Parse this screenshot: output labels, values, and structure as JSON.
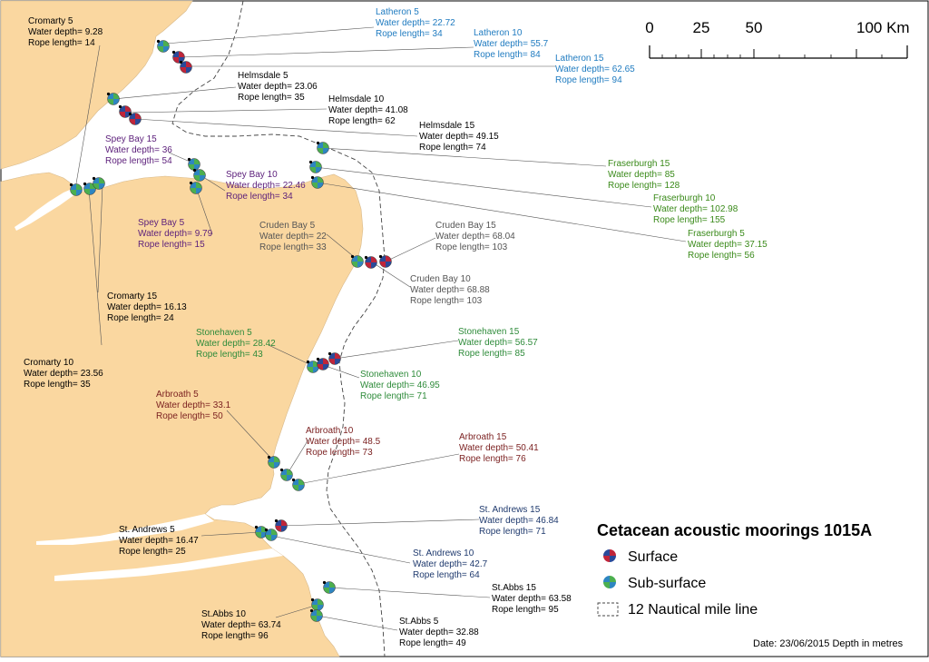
{
  "title": "Cetacean acoustic moorings 1015A",
  "footer": "Date: 23/06/2015 Depth in metres",
  "scale_bar": {
    "ticks": [
      "0",
      "25",
      "50",
      "100 Km"
    ]
  },
  "legend": {
    "surface": "Surface",
    "subsurface": "Sub-surface",
    "boundary": "12 Nautical mile line"
  },
  "colors": {
    "land": "#FAD7A0",
    "surface_a": "#C0253A",
    "surface_b": "#2A4A9A",
    "subsurface_a": "#4CAF50",
    "subsurface_b": "#2E86C1",
    "latheron": "#1F7BC0",
    "helmsdale": "#000000",
    "spey": "#5B1E7A",
    "fraserburgh": "#3A8A1A",
    "cruden": "#555555",
    "stonehaven": "#2E8B3A",
    "arbroath": "#7A1F1F",
    "standrews": "#1F3A6E",
    "stabbs": "#000000"
  },
  "labels": [
    {
      "id": "cromarty-5",
      "name": "Cromarty 5",
      "depth": "Water depth= 9.28",
      "rope": "Rope length= 14",
      "color": "#000000"
    },
    {
      "id": "latheron-5",
      "name": "Latheron 5",
      "depth": "Water depth= 22.72",
      "rope": "Rope length= 34",
      "color": "#1F7BC0"
    },
    {
      "id": "latheron-10",
      "name": "Latheron 10",
      "depth": "Water depth= 55.7",
      "rope": "Rope length= 84",
      "color": "#1F7BC0"
    },
    {
      "id": "latheron-15",
      "name": "Latheron 15",
      "depth": "Water depth= 62.65",
      "rope": "Rope length= 94",
      "color": "#1F7BC0"
    },
    {
      "id": "helmsdale-5",
      "name": "Helmsdale 5",
      "depth": "Water depth= 23.06",
      "rope": "Rope length= 35",
      "color": "#000000"
    },
    {
      "id": "helmsdale-10",
      "name": "Helmsdale 10",
      "depth": "Water depth= 41.08",
      "rope": "Rope length= 62",
      "color": "#000000"
    },
    {
      "id": "helmsdale-15",
      "name": "Helmsdale 15",
      "depth": "Water depth= 49.15",
      "rope": "Rope length= 74",
      "color": "#000000"
    },
    {
      "id": "spey-bay-15",
      "name": "Spey Bay 15",
      "depth": "Water depth= 36",
      "rope": "Rope length= 54",
      "color": "#5B1E7A"
    },
    {
      "id": "spey-bay-10",
      "name": "Spey Bay 10",
      "depth": "Water depth= 22.46",
      "rope": "Rope length= 34",
      "color": "#5B1E7A"
    },
    {
      "id": "spey-bay-5",
      "name": "Spey Bay 5",
      "depth": "Water depth= 9.79",
      "rope": "Rope length= 15",
      "color": "#5B1E7A"
    },
    {
      "id": "fraserburgh-15",
      "name": "Fraserburgh 15",
      "depth": "Water depth= 85",
      "rope": "Rope length= 128",
      "color": "#3A8A1A"
    },
    {
      "id": "fraserburgh-10",
      "name": "Fraserburgh 10",
      "depth": "Water depth= 102.98",
      "rope": "Rope length= 155",
      "color": "#3A8A1A"
    },
    {
      "id": "fraserburgh-5",
      "name": "Fraserburgh 5",
      "depth": "Water depth= 37.15",
      "rope": "Rope length= 56",
      "color": "#3A8A1A"
    },
    {
      "id": "cruden-bay-5",
      "name": "Cruden Bay 5",
      "depth": "Water depth= 22",
      "rope": "Rope length= 33",
      "color": "#555555"
    },
    {
      "id": "cruden-bay-15",
      "name": "Cruden Bay 15",
      "depth": "Water depth= 68.04",
      "rope": "Rope length= 103",
      "color": "#555555"
    },
    {
      "id": "cruden-bay-10",
      "name": "Cruden Bay 10",
      "depth": "Water depth= 68.88",
      "rope": "Rope length= 103",
      "color": "#555555"
    },
    {
      "id": "cromarty-15",
      "name": "Cromarty 15",
      "depth": "Water depth= 16.13",
      "rope": "Rope length= 24",
      "color": "#000000"
    },
    {
      "id": "cromarty-10",
      "name": "Cromarty 10",
      "depth": "Water depth= 23.56",
      "rope": "Rope length= 35",
      "color": "#000000"
    },
    {
      "id": "stonehaven-5",
      "name": "Stonehaven 5",
      "depth": "Water depth= 28.42",
      "rope": "Rope length= 43",
      "color": "#2E8B3A"
    },
    {
      "id": "stonehaven-15",
      "name": "Stonehaven 15",
      "depth": "Water depth= 56.57",
      "rope": "Rope length= 85",
      "color": "#2E8B3A"
    },
    {
      "id": "stonehaven-10",
      "name": "Stonehaven 10",
      "depth": "Water depth= 46.95",
      "rope": "Rope length= 71",
      "color": "#2E8B3A"
    },
    {
      "id": "arbroath-5",
      "name": "Arbroath 5",
      "depth": "Water depth= 33.1",
      "rope": "Rope length= 50",
      "color": "#7A1F1F"
    },
    {
      "id": "arbroath-10",
      "name": "Arbroath 10",
      "depth": "Water depth= 48.5",
      "rope": "Rope length= 73",
      "color": "#7A1F1F"
    },
    {
      "id": "arbroath-15",
      "name": "Arbroath 15",
      "depth": "Water depth= 50.41",
      "rope": "Rope length= 76",
      "color": "#7A1F1F"
    },
    {
      "id": "st-andrews-15",
      "name": "St. Andrews 15",
      "depth": "Water depth= 46.84",
      "rope": "Rope length= 71",
      "color": "#1F3A6E"
    },
    {
      "id": "st-andrews-5",
      "name": "St. Andrews 5",
      "depth": "Water depth= 16.47",
      "rope": "Rope length= 25",
      "color": "#000000"
    },
    {
      "id": "st-andrews-10",
      "name": "St. Andrews 10",
      "depth": "Water depth= 42.7",
      "rope": "Rope length= 64",
      "color": "#1F3A6E"
    },
    {
      "id": "st-abbs-15",
      "name": "St.Abbs 15",
      "depth": "Water depth= 63.58",
      "rope": "Rope length= 95",
      "color": "#000000"
    },
    {
      "id": "st-abbs-10",
      "name": "St.Abbs 10",
      "depth": "Water depth= 63.74",
      "rope": "Rope length= 96",
      "color": "#000000"
    },
    {
      "id": "st-abbs-5",
      "name": "St.Abbs 5",
      "depth": "Water depth= 32.88",
      "rope": "Rope length= 49",
      "color": "#000000"
    }
  ],
  "moorings": [
    {
      "id": "cromarty-5",
      "type": "sub"
    },
    {
      "id": "cromarty-10",
      "type": "sub"
    },
    {
      "id": "cromarty-15",
      "type": "sub"
    },
    {
      "id": "latheron-5",
      "type": "sub"
    },
    {
      "id": "latheron-10",
      "type": "surface"
    },
    {
      "id": "latheron-15",
      "type": "surface"
    },
    {
      "id": "helmsdale-5",
      "type": "sub"
    },
    {
      "id": "helmsdale-10",
      "type": "surface"
    },
    {
      "id": "helmsdale-15",
      "type": "surface"
    },
    {
      "id": "spey-bay-15",
      "type": "sub"
    },
    {
      "id": "spey-bay-10",
      "type": "sub"
    },
    {
      "id": "spey-bay-5",
      "type": "sub"
    },
    {
      "id": "fraserburgh-15",
      "type": "sub"
    },
    {
      "id": "fraserburgh-10",
      "type": "sub"
    },
    {
      "id": "fraserburgh-5",
      "type": "sub"
    },
    {
      "id": "cruden-bay-5",
      "type": "sub"
    },
    {
      "id": "cruden-bay-10",
      "type": "surface"
    },
    {
      "id": "cruden-bay-15",
      "type": "surface"
    },
    {
      "id": "stonehaven-5",
      "type": "sub"
    },
    {
      "id": "stonehaven-10",
      "type": "surface"
    },
    {
      "id": "stonehaven-15",
      "type": "surface"
    },
    {
      "id": "arbroath-5",
      "type": "sub"
    },
    {
      "id": "arbroath-10",
      "type": "sub"
    },
    {
      "id": "arbroath-15",
      "type": "sub"
    },
    {
      "id": "st-andrews-5",
      "type": "sub"
    },
    {
      "id": "st-andrews-10",
      "type": "sub"
    },
    {
      "id": "st-andrews-15",
      "type": "surface"
    },
    {
      "id": "st-abbs-15",
      "type": "sub"
    },
    {
      "id": "st-abbs-10",
      "type": "sub"
    },
    {
      "id": "st-abbs-5",
      "type": "sub"
    }
  ]
}
